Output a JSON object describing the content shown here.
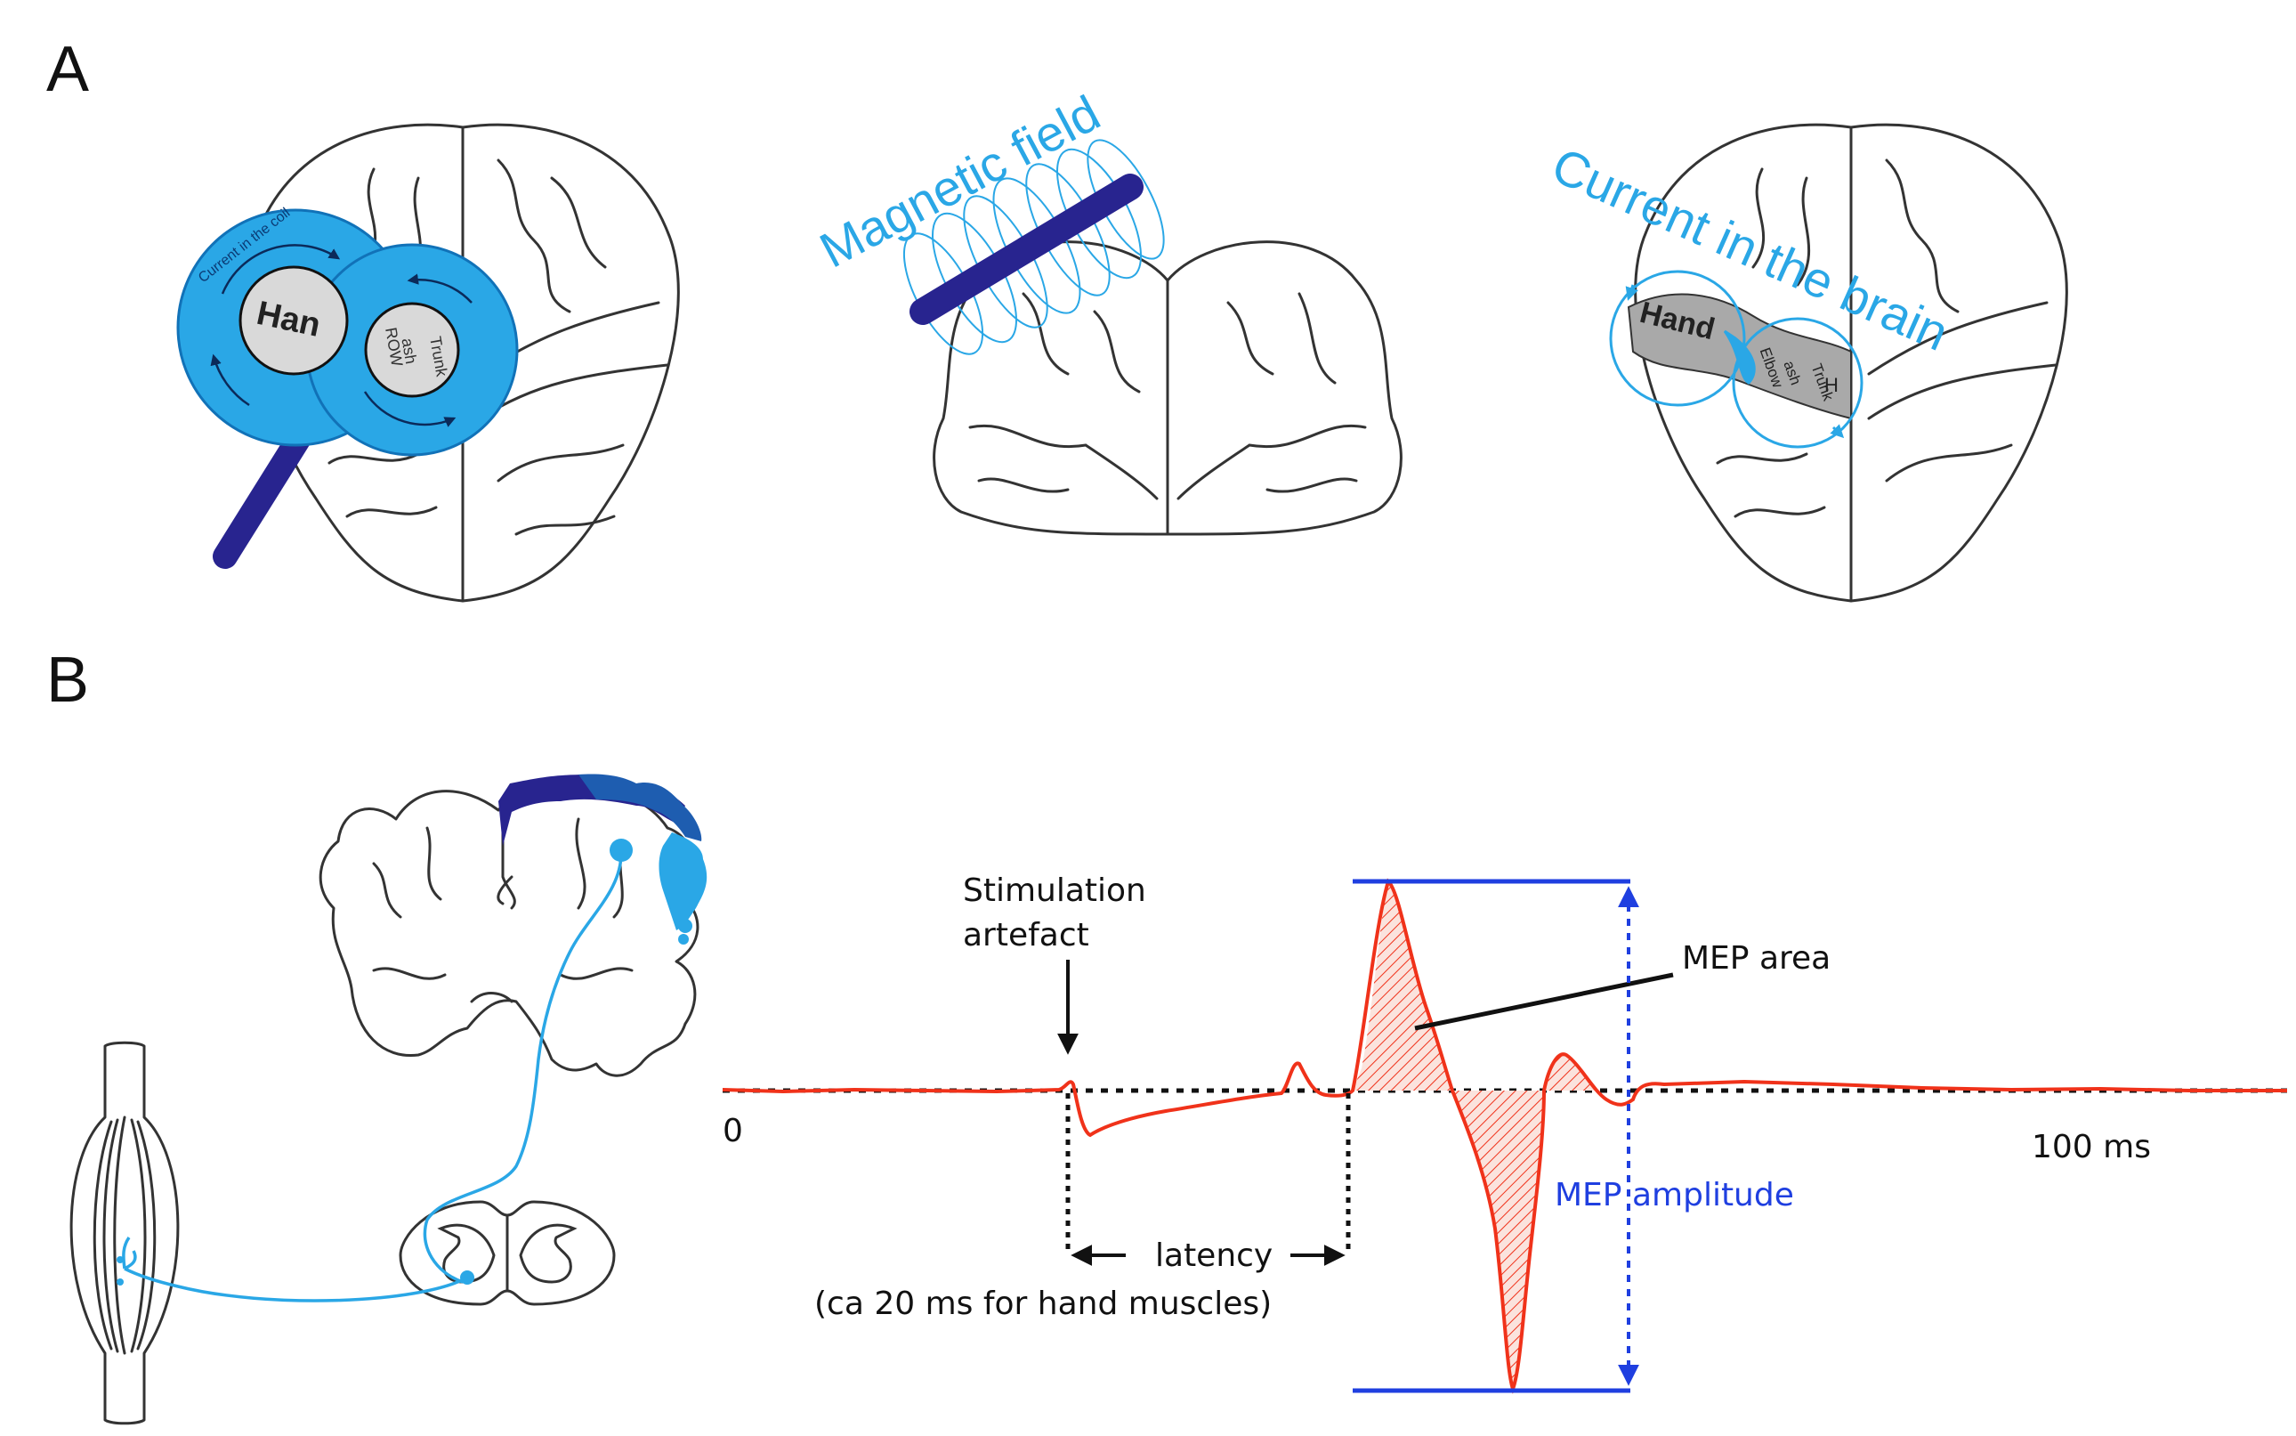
{
  "panels": {
    "a": "A",
    "b": "B"
  },
  "panel_a": {
    "coil_text": "Current in the coil",
    "coil_homunculus": [
      "Han",
      "ROW",
      "ash",
      "Trunk"
    ],
    "magnetic_field_label": "Magnetic field",
    "brain_current_label": "Current in the brain",
    "brain_homunculus": [
      "Hand",
      "Elbow",
      "ash",
      "Trunk",
      "H"
    ]
  },
  "panel_b": {
    "trace": {
      "zero_label": "0",
      "end_label": "100 ms",
      "stim_label_line1": "Stimulation",
      "stim_label_line2": "artefact",
      "mep_area_label": "MEP area",
      "mep_amplitude_label": "MEP amplitude",
      "latency_label": "latency",
      "latency_note": "(ca 20 ms for hand muscles)"
    }
  },
  "colors": {
    "coil_fill": "#2aa7e6",
    "coil_handle": "#28248f",
    "emg_trace": "#f0321a",
    "amplitude_lines": "#1f3fe0",
    "nerve": "#2aa7e6"
  }
}
